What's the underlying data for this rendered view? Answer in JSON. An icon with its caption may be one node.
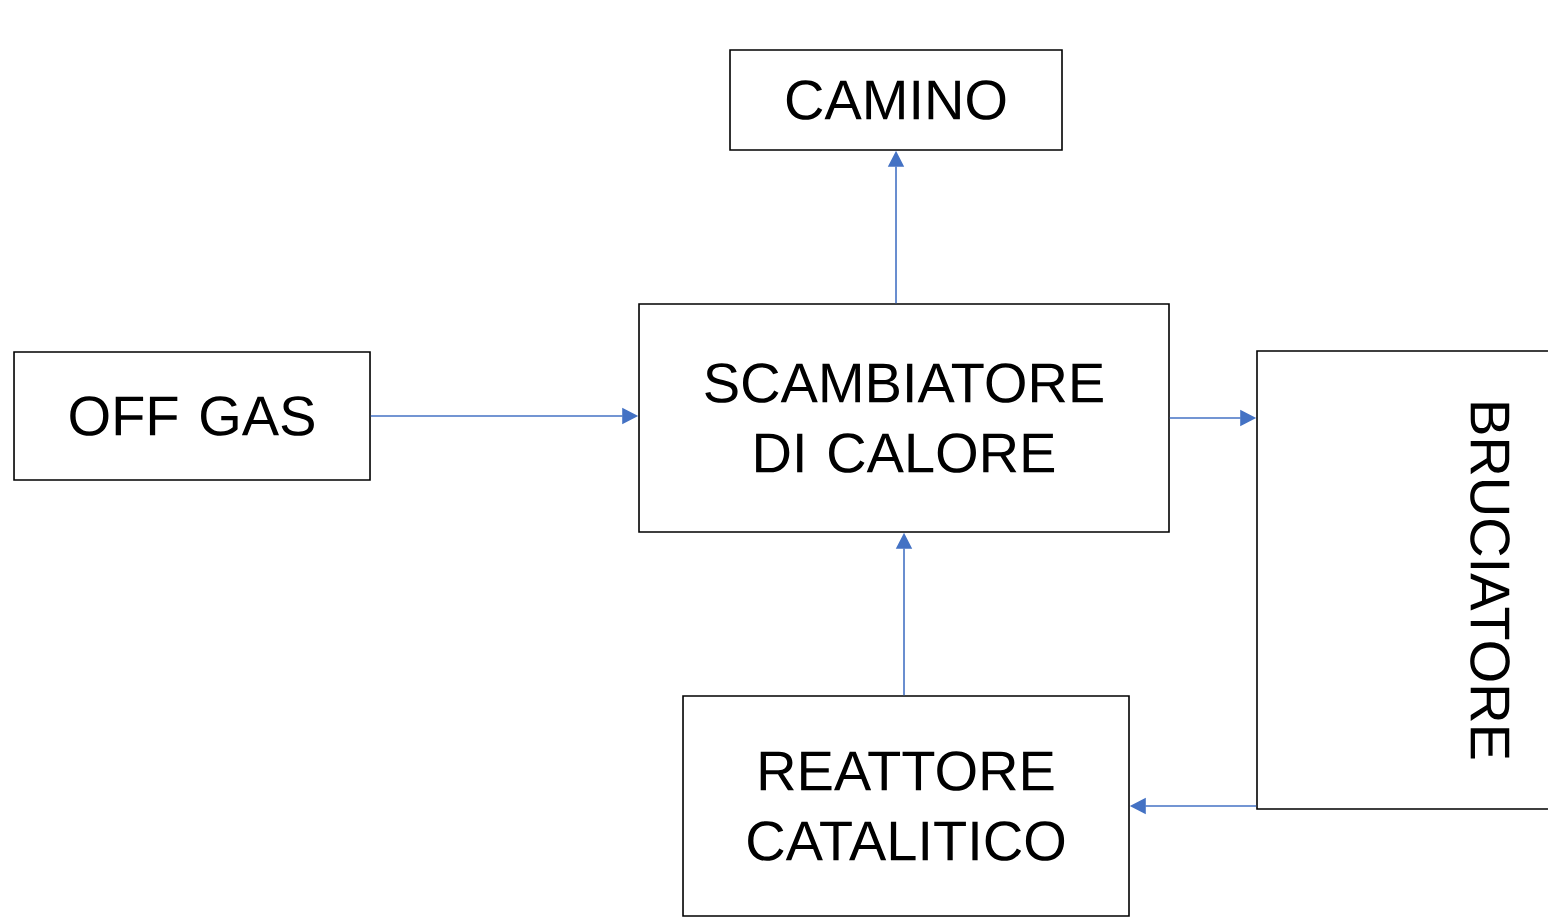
{
  "diagram": {
    "nodes": [
      {
        "text": [
          "CAMINO"
        ]
      },
      {
        "text": [
          "OFF GAS"
        ]
      },
      {
        "text": [
          "SCAMBIATORE DI CALORE"
        ]
      },
      {
        "text": [
          "BRUCIATORE"
        ]
      },
      {
        "text": [
          "REATTORE CATALITICO"
        ]
      }
    ],
    "edges": [
      {
        "from": 1,
        "to": 2,
        "arrow": "to"
      },
      {
        "from": 2,
        "to": 0,
        "arrow": "to"
      },
      {
        "from": 2,
        "to": 3,
        "arrow": "to"
      },
      {
        "from": 3,
        "to": 4,
        "arrow": "to"
      },
      {
        "from": 4,
        "to": 2,
        "arrow": "to"
      }
    ]
  }
}
